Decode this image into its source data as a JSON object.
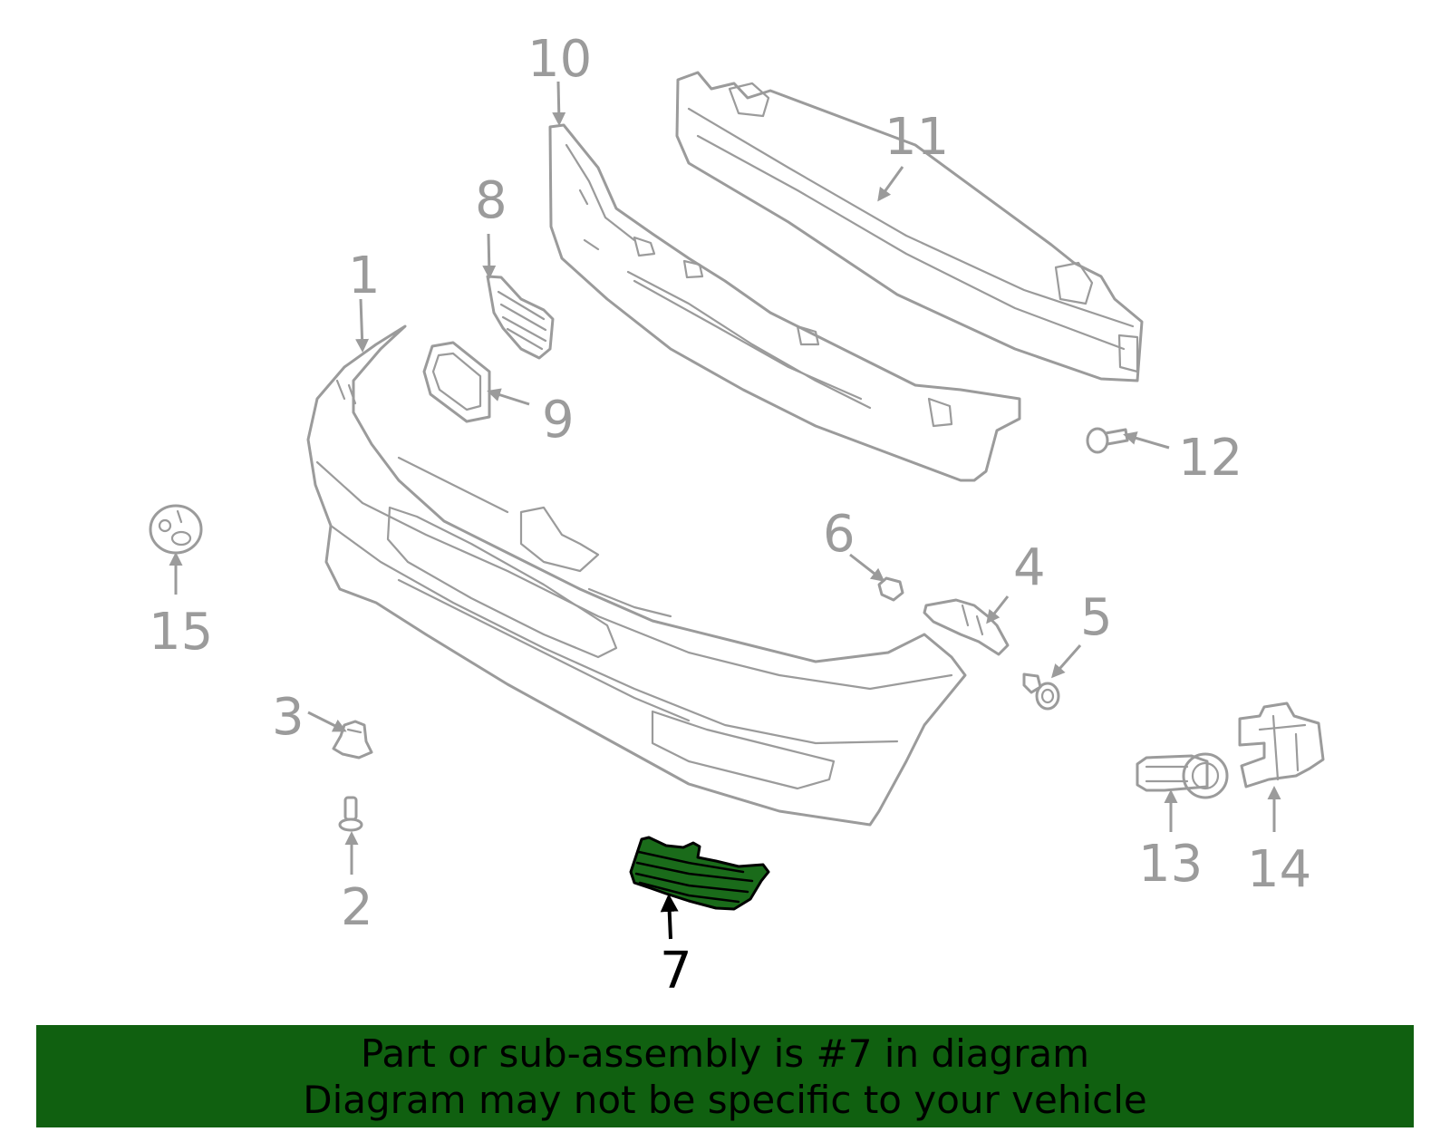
{
  "colors": {
    "part_line": "#9b9b9b",
    "highlight_outline": "#000000",
    "highlight_fill": "#1a6b1a",
    "banner_bg": "#106010",
    "banner_text": "#000000"
  },
  "callouts": {
    "c1": "1",
    "c2": "2",
    "c3": "3",
    "c4": "4",
    "c5": "5",
    "c6": "6",
    "c7": "7",
    "c8": "8",
    "c9": "9",
    "c10": "10",
    "c11": "11",
    "c12": "12",
    "c13": "13",
    "c14": "14",
    "c15": "15"
  },
  "highlighted_part": "7",
  "banner": {
    "line1": "Part or sub-assembly is #7 in diagram",
    "line2": "Diagram may not be specific to your vehicle"
  }
}
